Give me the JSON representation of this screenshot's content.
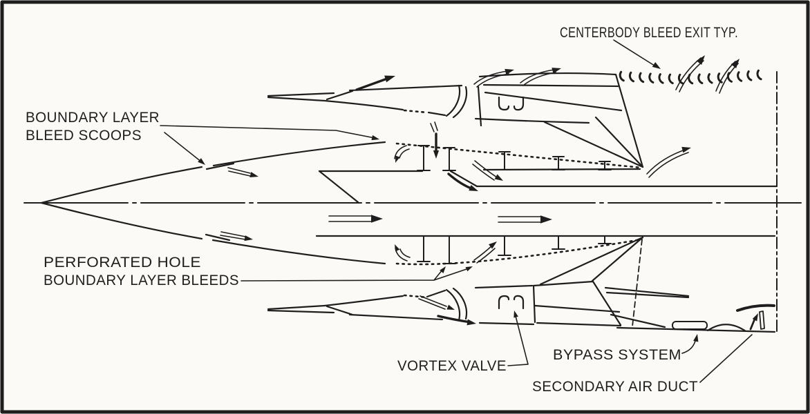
{
  "labels": {
    "centerbody_bleed_exit": "CENTERBODY BLEED EXIT TYP.",
    "boundary_layer_bleed_scoops": {
      "line1": "BOUNDARY LAYER",
      "line2": "BLEED SCOOPS"
    },
    "perforated_hole_bleeds": {
      "line1": "PERFORATED HOLE",
      "line2": "BOUNDARY LAYER BLEEDS"
    },
    "vortex_valve": "VORTEX VALVE",
    "bypass_system": "BYPASS SYSTEM",
    "secondary_air_duct": "SECONDARY AIR DUCT"
  },
  "colors": {
    "ink": "#1e1e1e",
    "background": "#fbfaf6",
    "frame": "#151515"
  }
}
